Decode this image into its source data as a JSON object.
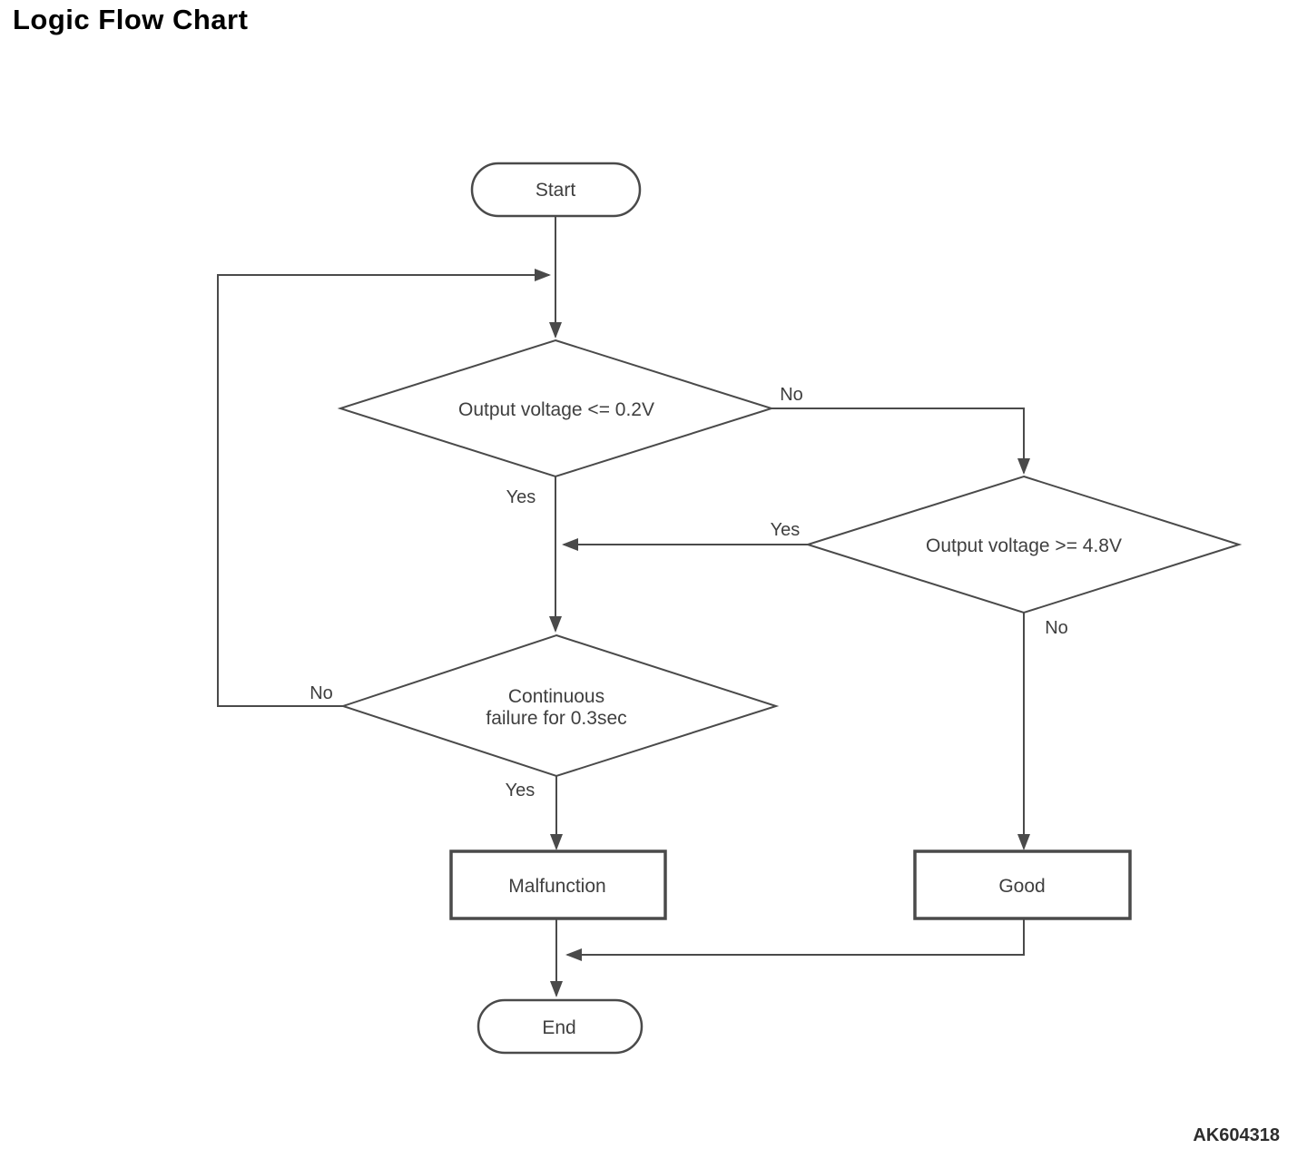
{
  "title": "Logic Flow Chart",
  "figure_code": "AK604318",
  "diagram": {
    "type": "flowchart",
    "nodes": [
      {
        "id": "start",
        "type": "terminator",
        "label": "Start"
      },
      {
        "id": "check_output_low",
        "type": "decision",
        "label": "Output voltage <= 0.2V"
      },
      {
        "id": "check_output_high",
        "type": "decision",
        "label": "Output voltage >= 4.8V"
      },
      {
        "id": "check_continuous_failure",
        "type": "decision",
        "label": "Continuous failure for 0.3sec",
        "label_line1": "Continuous",
        "label_line2": "failure for 0.3sec"
      },
      {
        "id": "malfunction",
        "type": "process",
        "label": "Malfunction"
      },
      {
        "id": "good",
        "type": "process",
        "label": "Good"
      },
      {
        "id": "end",
        "type": "terminator",
        "label": "End"
      }
    ],
    "edges": [
      {
        "from": "start",
        "to": "check_output_low",
        "label": ""
      },
      {
        "from": "check_output_low",
        "to": "check_output_high",
        "label": "No"
      },
      {
        "from": "check_output_low",
        "to": "check_continuous_failure",
        "label": "Yes"
      },
      {
        "from": "check_output_high",
        "to": "check_continuous_failure",
        "label": "Yes"
      },
      {
        "from": "check_output_high",
        "to": "good",
        "label": "No"
      },
      {
        "from": "check_continuous_failure",
        "to": "check_output_low",
        "label": "No"
      },
      {
        "from": "check_continuous_failure",
        "to": "malfunction",
        "label": "Yes"
      },
      {
        "from": "malfunction",
        "to": "end",
        "label": ""
      },
      {
        "from": "good",
        "to": "end",
        "label": ""
      }
    ],
    "edge_labels": {
      "low_no": "No",
      "low_yes": "Yes",
      "high_yes": "Yes",
      "high_no": "No",
      "cont_no": "No",
      "cont_yes": "Yes"
    }
  },
  "colors": {
    "background": "#ffffff",
    "line": "#4a4a4a",
    "text": "#3f3f3f",
    "title_text": "#000000"
  }
}
